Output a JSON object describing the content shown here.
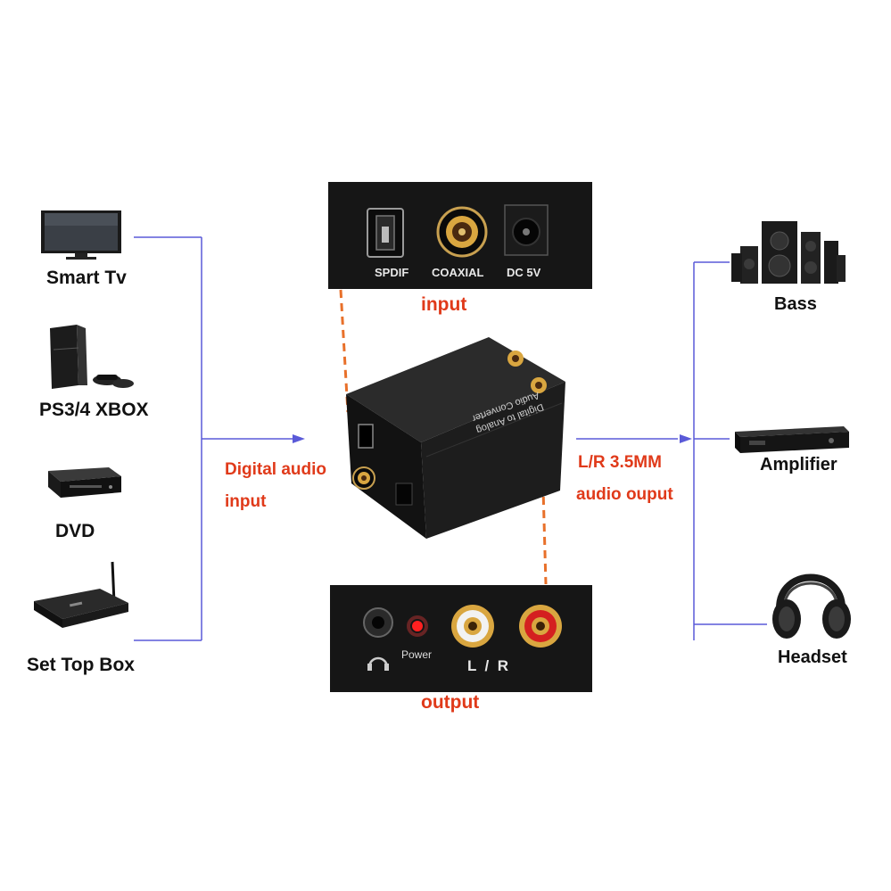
{
  "sources": [
    {
      "label": "Smart Tv",
      "icon": "smart-tv-icon"
    },
    {
      "label": "PS3/4 XBOX",
      "icon": "game-console-icon"
    },
    {
      "label": "DVD",
      "icon": "dvd-player-icon"
    },
    {
      "label": "Set Top Box",
      "icon": "set-top-box-icon"
    }
  ],
  "outputs": [
    {
      "label": "Bass",
      "icon": "speaker-system-icon"
    },
    {
      "label": "Amplifier",
      "icon": "amplifier-icon"
    },
    {
      "label": "Headset",
      "icon": "headphones-icon"
    }
  ],
  "input_panel": {
    "ports": [
      "SPDIF",
      "COAXIAL",
      "DC 5V"
    ],
    "caption": "input"
  },
  "output_panel": {
    "power_label": "Power",
    "lr_label": "L  /  R",
    "caption": "output"
  },
  "converter": {
    "title_line1": "Digital to Analog",
    "title_line2": "Audio Converter"
  },
  "annotations": {
    "digital_input_line1": "Digital audio",
    "digital_input_line2": "input",
    "output_line1": "L/R 3.5MM",
    "output_line2": "audio ouput"
  },
  "colors": {
    "connector_line": "#5a5ad8",
    "dashed_line": "#e8702a",
    "annotation_text": "#e03a1a"
  }
}
